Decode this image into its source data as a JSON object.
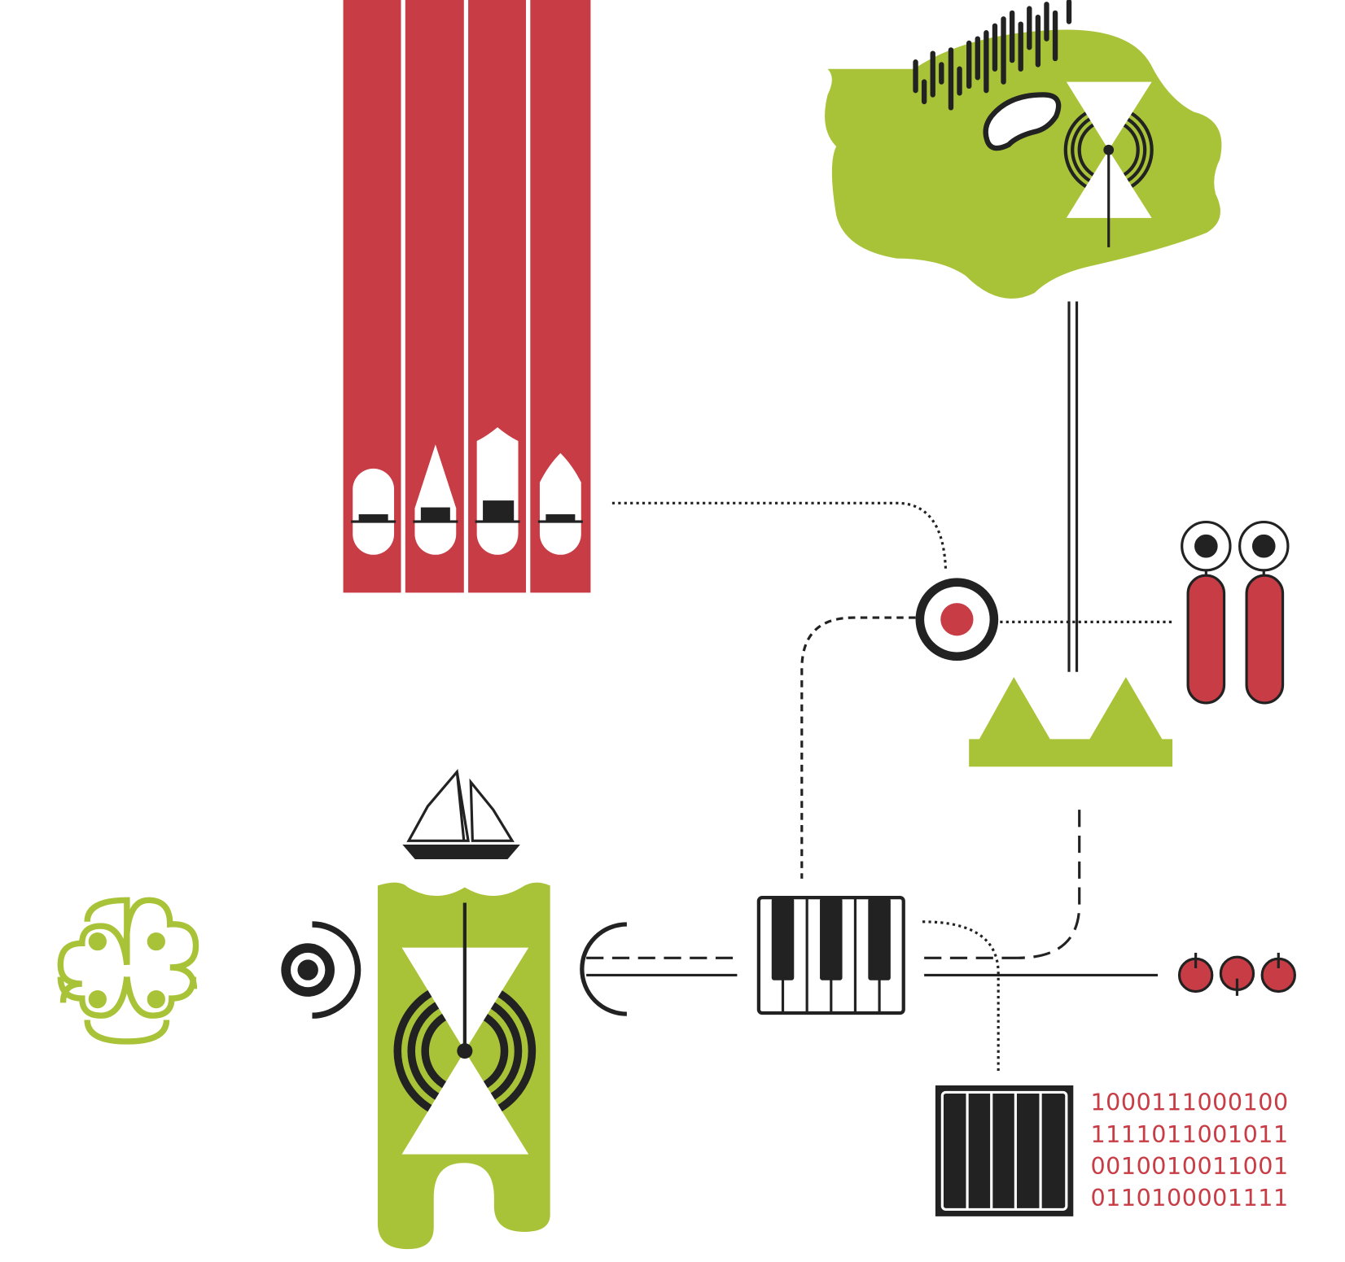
{
  "colors": {
    "red": "#c83c45",
    "green": "#a8c337",
    "black": "#222222",
    "white": "#ffffff"
  },
  "binary_code": {
    "lines": [
      "1000111000100",
      "1111011001011",
      "0010010011001",
      "0110100001111"
    ]
  }
}
